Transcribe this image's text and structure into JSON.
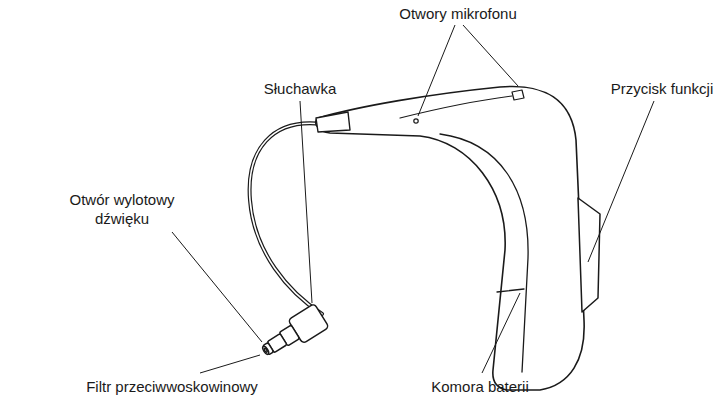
{
  "diagram": {
    "labels": [
      "Otwory mikrofonu",
      "Słuchawka",
      "Przycisk funkcji",
      "Otwór wylotowy dźwięku",
      "Filtr przeciwwoskowinowy",
      "Komora baterii"
    ]
  }
}
